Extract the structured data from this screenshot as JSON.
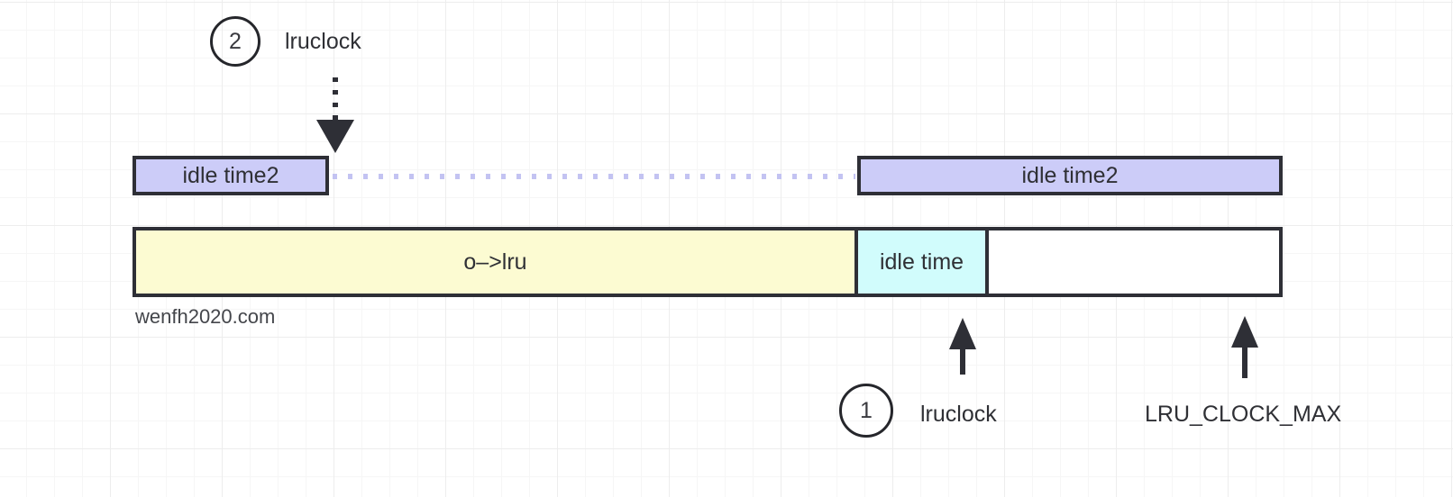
{
  "diagram": {
    "watermark": "wenfh2020.com",
    "colors": {
      "lavender_fill": "#ccccf8",
      "yellow_fill": "#fcfbd2",
      "cyan_fill": "#d1fcfc",
      "white_fill": "#ffffff",
      "stroke": "#2e2f36",
      "dotted_connector": "#c3c3f2",
      "grid_minor": "#f6f6f6",
      "grid_major": "#ededed"
    },
    "steps": [
      {
        "number": "2",
        "label": "lruclock"
      },
      {
        "number": "1",
        "label": "lruclock"
      }
    ],
    "top_row": {
      "left_box_label": "idle time2",
      "right_box_label": "idle time2"
    },
    "main_bar": {
      "segments": [
        {
          "label": "o–>lru",
          "fill": "yellow"
        },
        {
          "label": "idle time",
          "fill": "cyan"
        },
        {
          "label": "",
          "fill": "white"
        }
      ]
    },
    "bottom_markers": [
      {
        "label": "lruclock"
      },
      {
        "label": "LRU_CLOCK_MAX"
      }
    ]
  }
}
